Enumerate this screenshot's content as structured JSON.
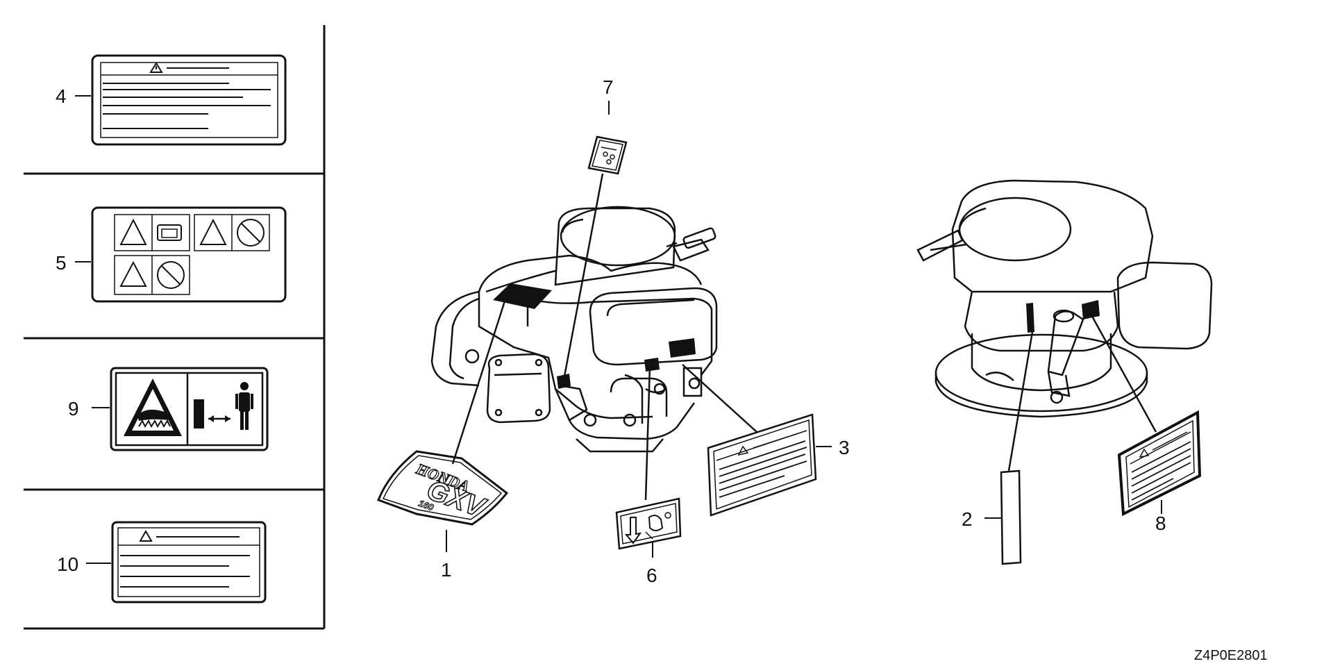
{
  "callouts": {
    "c1": "1",
    "c2": "2",
    "c3": "3",
    "c4": "4",
    "c5": "5",
    "c6": "6",
    "c7": "7",
    "c8": "8",
    "c9": "9",
    "c10": "10"
  },
  "decal": {
    "brand": "HONDA",
    "model": "GXV",
    "size": "160"
  },
  "diagram_code": "Z4P0E2801",
  "colors": {
    "ink": "#111111",
    "paper": "#ffffff"
  }
}
